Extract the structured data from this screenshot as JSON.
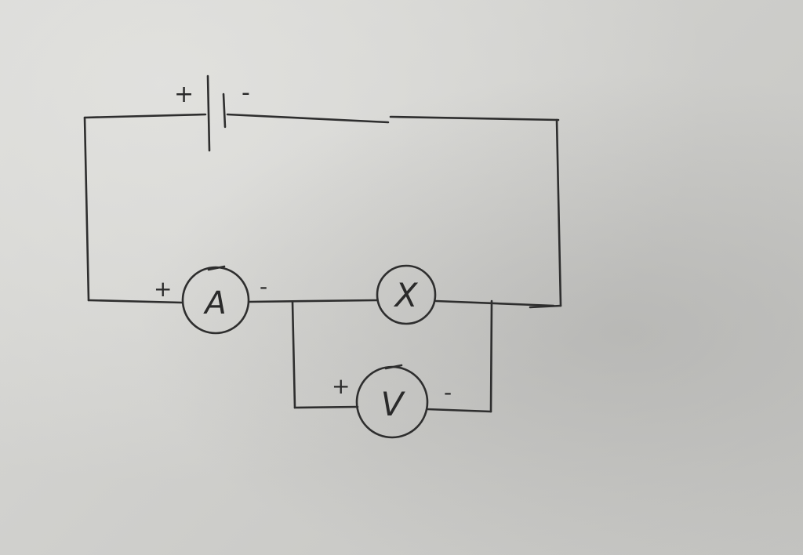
{
  "diagram": {
    "battery": {
      "plus": "+",
      "minus": "-"
    },
    "ammeter": {
      "symbol": "A",
      "plus": "+",
      "minus": "-"
    },
    "component": {
      "symbol": "X"
    },
    "voltmeter": {
      "symbol": "V",
      "plus": "+",
      "minus": "-"
    }
  },
  "colors": {
    "ink": "#2e2e2e",
    "paper": "#d6d6d3"
  }
}
